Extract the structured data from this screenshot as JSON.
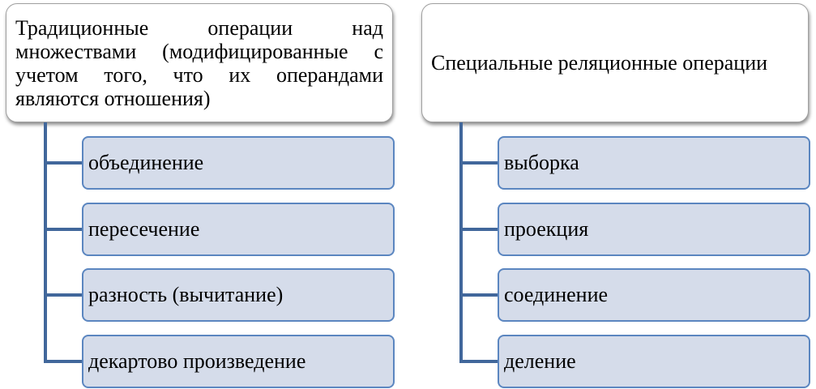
{
  "groups": [
    {
      "title": "Традиционные операции над множествами (модифицированные с учетом того, что их операндами являются отношения)",
      "items": [
        "объединение",
        "пересечение",
        "разность (вычитание)",
        "декартово произведение"
      ]
    },
    {
      "title": "Специальные реляционные операции",
      "items": [
        "выборка",
        "проекция",
        "соединение",
        "деление"
      ]
    }
  ],
  "colors": {
    "connector": "#41679b",
    "item_fill": "#d5dcea",
    "item_border": "#5b86c0"
  }
}
